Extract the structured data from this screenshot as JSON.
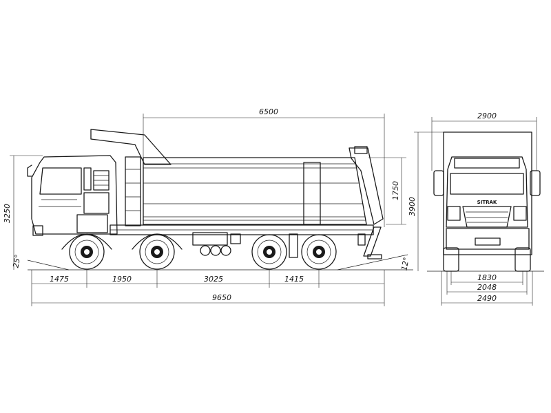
{
  "side_view": {
    "dims": {
      "body_length": "6500",
      "body_height": "1750",
      "overall_height": "3250",
      "approach_angle": "25°",
      "departure_angle": "12°",
      "front_overhang": "1475",
      "wheelbase_1": "1950",
      "wheelbase_2": "3025",
      "wheelbase_3": "1415",
      "overall_length": "9650"
    }
  },
  "front_view": {
    "dims": {
      "body_width": "2900",
      "tipped_height": "3900",
      "track_rear": "1830",
      "track_front": "2048",
      "overall_width": "2490"
    },
    "grille_badge": "SITRAK"
  }
}
